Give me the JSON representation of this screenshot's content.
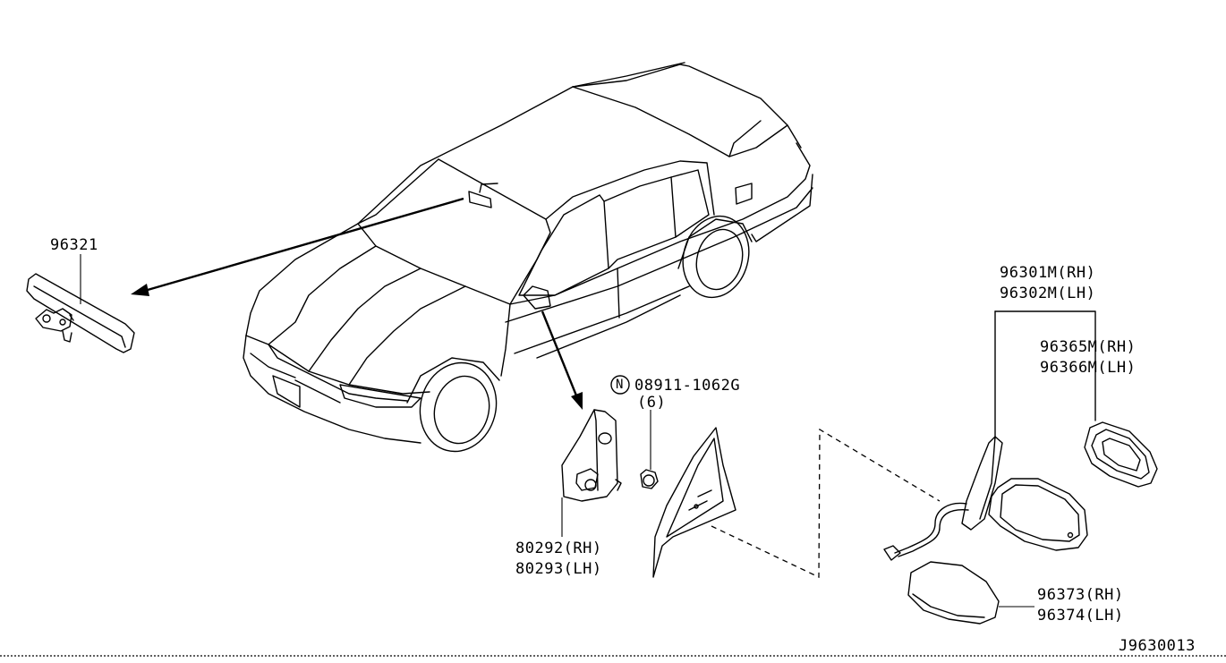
{
  "diagram": {
    "callouts": {
      "inside_mirror": "96321",
      "door_mirror_rh": "96301M(RH)",
      "door_mirror_lh": "96302M(LH)",
      "glass_rh": "96365M(RH)",
      "glass_lh": "96366M(LH)",
      "nut_code": "08911-1062G",
      "nut_symbol": "N",
      "nut_qty": "(6)",
      "corner_finisher_rh": "80292(RH)",
      "corner_finisher_lh": "80293(LH)",
      "cover_rh": "96373(RH)",
      "cover_lh": "96374(LH)"
    },
    "drawing_id": "J9630013"
  }
}
